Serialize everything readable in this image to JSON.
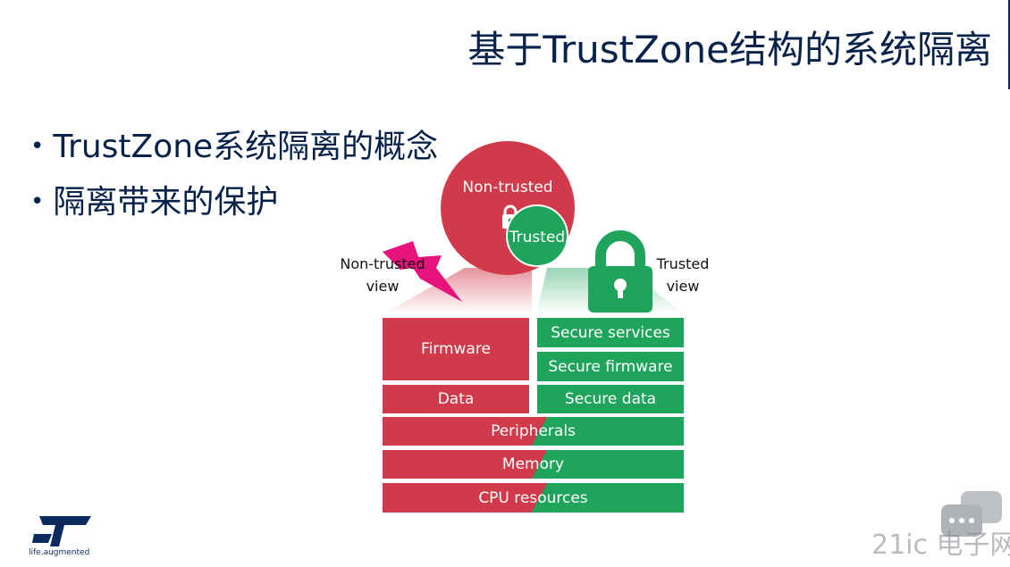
{
  "slide": {
    "title": "基于TrustZone结构的系统隔离",
    "bullets": [
      "TrustZone系统隔离的概念",
      "隔离带来的保护"
    ]
  },
  "diagram": {
    "non_trusted_circle": "Non-trusted",
    "trusted_circle": "Trusted",
    "non_trusted_view": [
      "Non-trusted",
      "view"
    ],
    "trusted_view": [
      "Trusted",
      "view"
    ],
    "left_blocks": [
      "Firmware",
      "Data"
    ],
    "right_blocks": [
      "Secure services",
      "Secure firmware",
      "Secure data"
    ],
    "shared_blocks": [
      "Peripherals",
      "Memory",
      "CPU resources"
    ],
    "colors": {
      "untrusted": "#d13a4b",
      "trusted": "#1fa45b",
      "title": "#06214a"
    }
  },
  "branding": {
    "st_logo_tagline": "life.augmented",
    "watermark": "21ic 电子网"
  }
}
